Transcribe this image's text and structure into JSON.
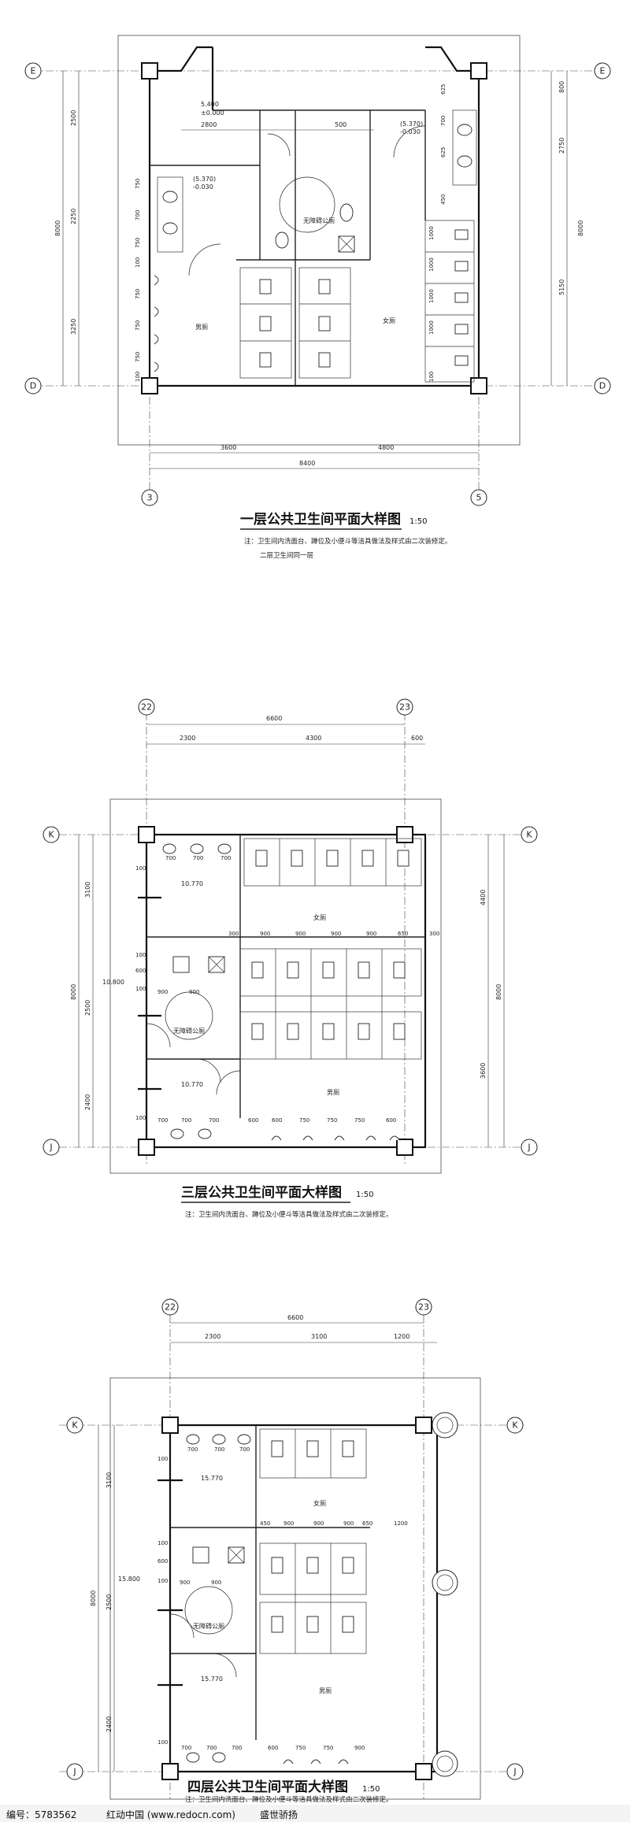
{
  "plan1": {
    "axes": {
      "top_left": "E",
      "top_right": "E",
      "bottom_left": "D",
      "bottom_right": "D",
      "col_left": "3",
      "col_right": "5"
    },
    "left_dims": [
      "2500",
      "2250",
      "3250"
    ],
    "left_total": "8000",
    "right_dims": [
      "800",
      "2750",
      "5150"
    ],
    "right_total": "8000",
    "bottom_dims": [
      "3600",
      "4800"
    ],
    "bottom_total": "8400",
    "top_dims": [
      "2800",
      "500"
    ],
    "elevation_main": "5.400",
    "elevation_main2": "±0.000",
    "elevation_left": "(5.370)",
    "elevation_left2": "-0.030",
    "elevation_right": "(5.370)",
    "elevation_right2": "-0.030",
    "room_men": "男厕",
    "room_women": "女厕",
    "room_accessible": "无障碍公厕",
    "left_small_dims": [
      "750",
      "700",
      "750",
      "100",
      "750",
      "750",
      "750",
      "100"
    ],
    "right_small_dims": [
      "625",
      "700",
      "625",
      "450",
      "1000",
      "1000",
      "1000",
      "1000",
      "100"
    ],
    "title": "一层公共卫生间平面大样图",
    "scale": "1:50",
    "note1": "注：卫生间内洗面台、蹲位及小便斗等洁具做法及样式由二次装修定。",
    "note2": "二层卫生间同一层"
  },
  "plan2": {
    "axes": {
      "top_left": "22",
      "top_right": "23",
      "left_top": "K",
      "right_top": "K",
      "left_bottom": "J",
      "right_bottom": "J"
    },
    "top_total": "6600",
    "top_dims": [
      "2300",
      "4300",
      "600"
    ],
    "left_dims": [
      "3100",
      "2500",
      "2400"
    ],
    "left_total": "8000",
    "right_dims": [
      "4400",
      "3600"
    ],
    "right_total": "8000",
    "elev1": "10.770",
    "elev2": "10.800",
    "elev3": "10.770",
    "room_women": "女厕",
    "room_men": "男厕",
    "room_accessible": "无障碍公厕",
    "row_dims_top": [
      "700",
      "700",
      "700"
    ],
    "row_dims_mid": [
      "300",
      "900",
      "900",
      "900",
      "900",
      "650",
      "300"
    ],
    "row_dims_bottom": [
      "700",
      "700",
      "700",
      "600",
      "600",
      "750",
      "750",
      "750",
      "600"
    ],
    "small_labels": [
      "100",
      "100",
      "600",
      "100",
      "900",
      "900",
      "100"
    ],
    "title": "三层公共卫生间平面大样图",
    "scale": "1:50",
    "note": "注：卫生间内洗面台、蹲位及小便斗等洁具做法及样式由二次装修定。"
  },
  "plan3": {
    "axes": {
      "top_left": "22",
      "top_right": "23",
      "left_top": "K",
      "right_top": "K",
      "left_bottom": "J",
      "right_bottom": "J"
    },
    "top_total": "6600",
    "top_dims": [
      "2300",
      "3100",
      "1200"
    ],
    "left_dims": [
      "3100",
      "2500",
      "2400"
    ],
    "left_total": "8000",
    "elev1": "15.770",
    "elev2": "15.800",
    "elev3": "15.770",
    "room_women": "女厕",
    "room_men": "男厕",
    "room_accessible": "无障碍公厕",
    "row_dims_top": [
      "700",
      "700",
      "700"
    ],
    "row_dims_mid": [
      "450",
      "900",
      "900",
      "900",
      "650",
      "1200"
    ],
    "row_dims_bottom": [
      "700",
      "700",
      "700",
      "600",
      "750",
      "750",
      "900"
    ],
    "small_labels": [
      "100",
      "100",
      "600",
      "100",
      "900",
      "900",
      "100"
    ],
    "title": "四层公共卫生间平面大样图",
    "scale": "1:50",
    "note": "注：卫生间内洗面台、蹲位及小便斗等洁具做法及样式由二次装修定。"
  },
  "footer": {
    "id_label": "编号：5783562",
    "site": "红动中国 (www.redocn.com)",
    "author": "盛世骄扬"
  }
}
